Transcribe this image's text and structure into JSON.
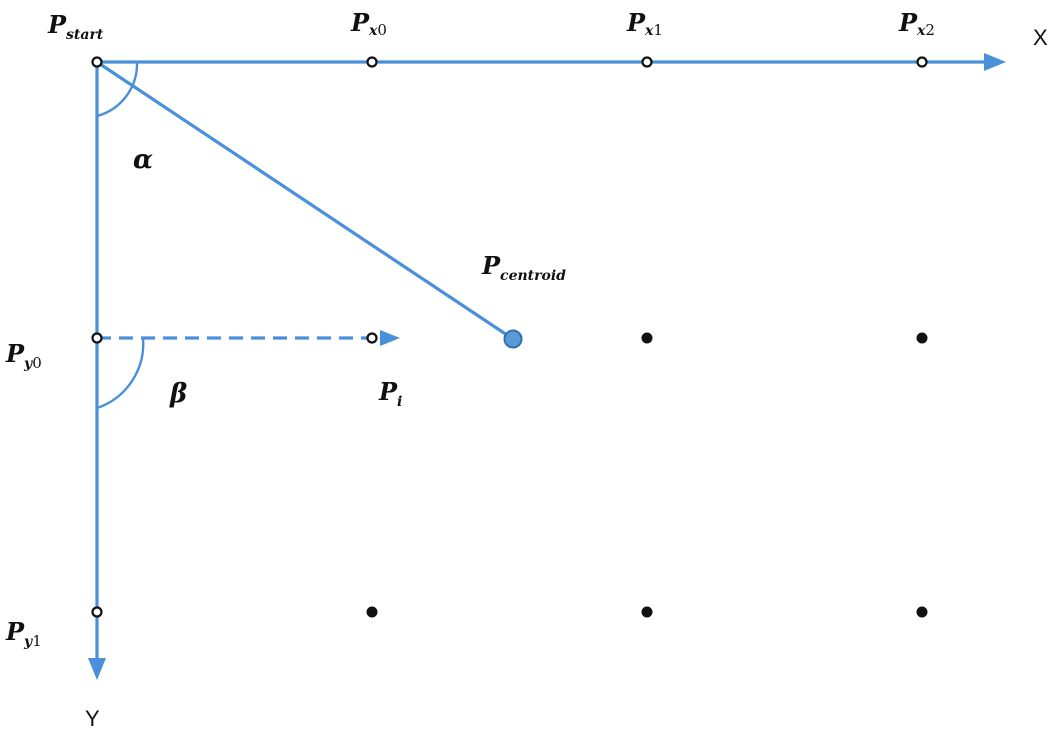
{
  "colors": {
    "accent": "#4a90d9",
    "point": "#111111",
    "centroid": "#5a9ad8"
  },
  "labels": {
    "x_axis": "X",
    "y_axis": "Y",
    "alpha": "α",
    "beta": "β",
    "p_start": {
      "main": "P",
      "sub": "start"
    },
    "p_x0": {
      "main": "P",
      "sub": "x",
      "subn": "0"
    },
    "p_x1": {
      "main": "P",
      "sub": "x",
      "subn": "1"
    },
    "p_x2": {
      "main": "P",
      "sub": "x",
      "subn": "2"
    },
    "p_y0": {
      "main": "P",
      "sub": "y",
      "subn": "0"
    },
    "p_y1": {
      "main": "P",
      "sub": "y",
      "subn": "1"
    },
    "p_centroid": {
      "main": "P",
      "sub": "centroid"
    },
    "p_i": {
      "main": "P",
      "sub": "i"
    }
  }
}
